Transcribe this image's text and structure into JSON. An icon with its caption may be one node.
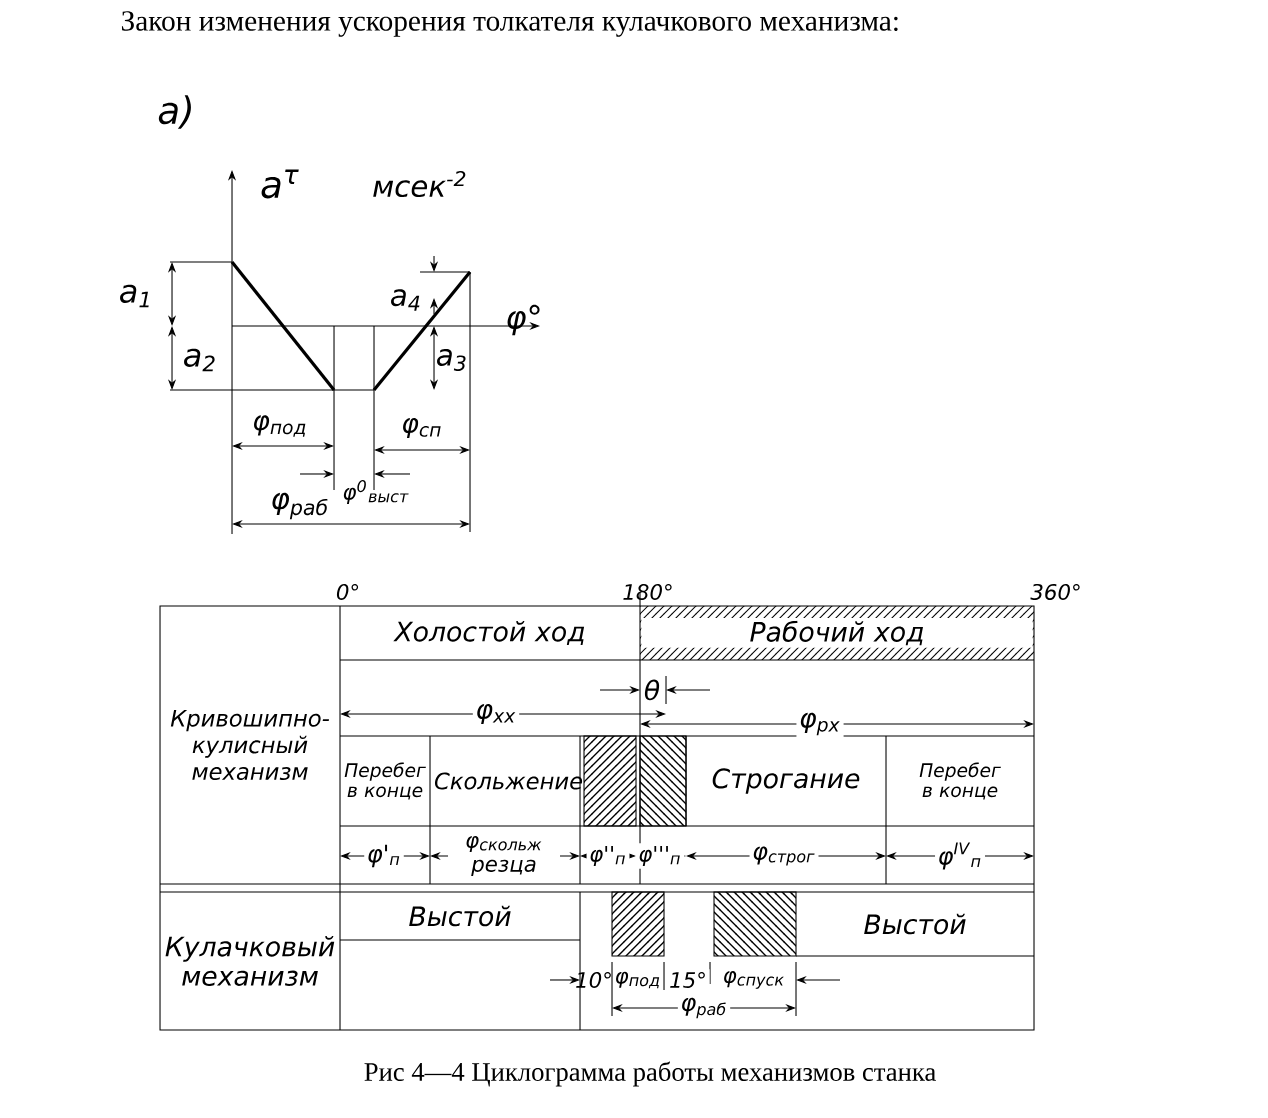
{
  "diagram": {
    "title": "Закон изменения ускорения толкателя кулачкового механизма:",
    "caption": "Рис 4—4 Циклограмма работы механизмов станка",
    "nodes": [
      {
        "text": [
          "Кривошипно-кулисный механизм"
        ]
      },
      {
        "text": [
          "Холостой ход"
        ]
      },
      {
        "text": [
          "Рабочий ход"
        ]
      },
      {
        "text": [
          "Перебег в конце"
        ]
      },
      {
        "text": [
          "Скольжение"
        ]
      },
      {
        "text": [],
        "shape": "box"
      },
      {
        "text": [],
        "shape": "box"
      },
      {
        "text": [
          "Строгание"
        ]
      },
      {
        "text": [
          "Перебег в конце"
        ]
      },
      {
        "text": [
          "Кулачковый механизм"
        ]
      },
      {
        "text": [
          "Выстой"
        ]
      },
      {
        "text": [],
        "shape": "box"
      },
      {
        "text": [],
        "shape": "box"
      },
      {
        "text": [
          "Выстой"
        ]
      }
    ],
    "labels": [
      "a)",
      "a$^{τ}$",
      "мсек$^{-2}$",
      "a$_{1}$",
      "a$_{4}$",
      "φ°",
      "a$_{2}$",
      "a$_{3}$",
      "φ$_{под}$",
      "φ$_{сп}$",
      "φ$^{0}$$_{выст}$",
      "φ$_{раб}$",
      "0°",
      "180°",
      "360°",
      "θ",
      "φ$_{хх}$",
      "φ$_{рх}$",
      "φ'$_{п}$",
      "φ$_{скольж}$ резца",
      "φ''$_{п}$",
      "φ'''$_{п}$",
      "φ$_{строг}$",
      "φ$^{IV}$$_{п}$",
      "10°",
      "φ$_{под}$",
      "15°",
      "φ$_{спуск}$",
      "φ$_{раб}$"
    ]
  }
}
